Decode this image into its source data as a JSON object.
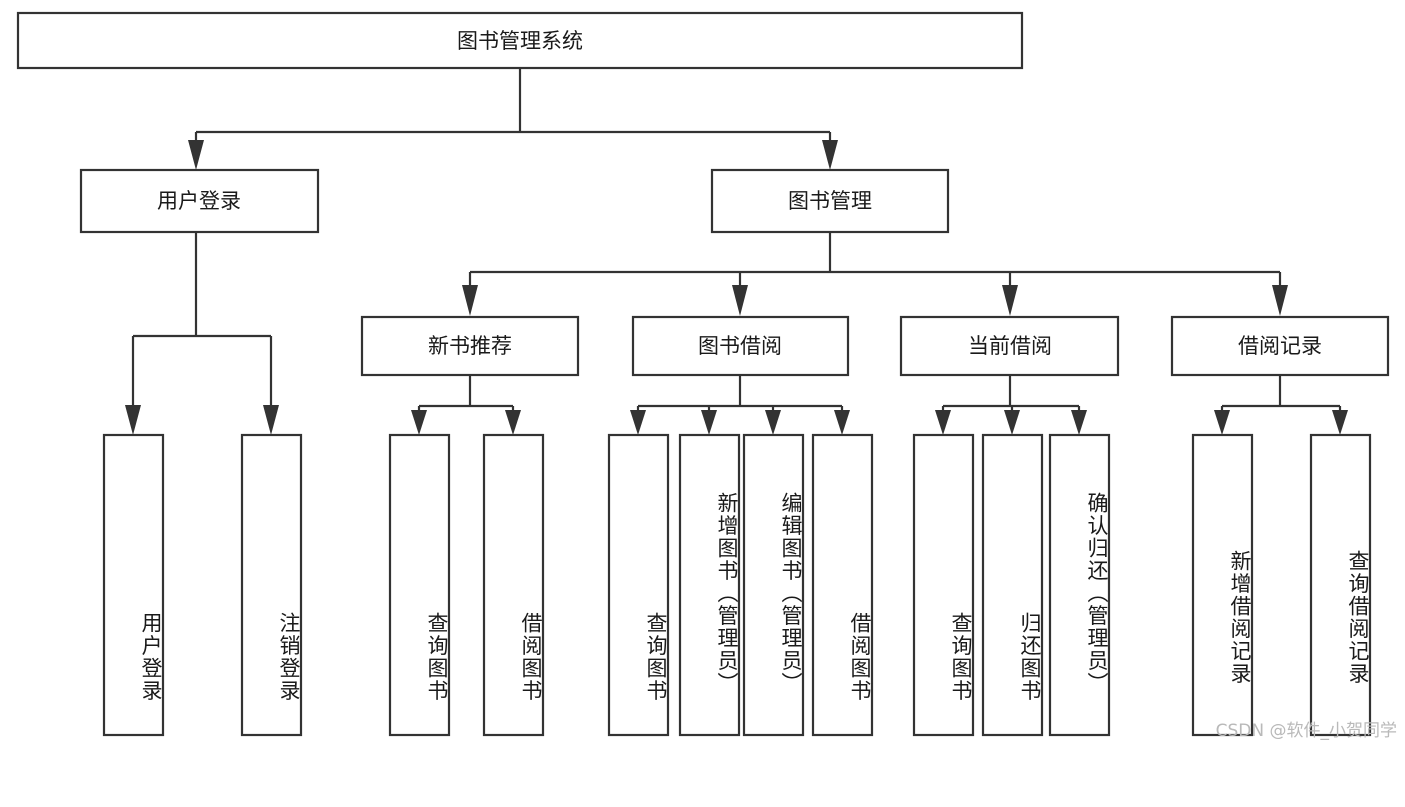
{
  "diagram": {
    "type": "tree-hierarchy",
    "title": "图书管理系统",
    "watermark": "CSDN @软件_小贺同学",
    "colors": {
      "stroke": "#333333",
      "fill": "#ffffff",
      "text": "#1a1a1a",
      "watermark": "#b9b9b9"
    },
    "levels": {
      "root": {
        "label": "图书管理系统"
      },
      "level2": [
        {
          "id": "user-login",
          "label": "用户登录"
        },
        {
          "id": "book-management",
          "label": "图书管理"
        }
      ],
      "level3": [
        {
          "id": "new-book-recommend",
          "label": "新书推荐",
          "parent": "book-management"
        },
        {
          "id": "book-borrow",
          "label": "图书借阅",
          "parent": "book-management"
        },
        {
          "id": "current-borrow",
          "label": "当前借阅",
          "parent": "book-management"
        },
        {
          "id": "borrow-record",
          "label": "借阅记录",
          "parent": "book-management"
        }
      ],
      "leaves": [
        {
          "id": "leaf-user-login",
          "label": "用户登录",
          "parent": "user-login"
        },
        {
          "id": "leaf-logout-login",
          "label": "注销登录",
          "parent": "user-login"
        },
        {
          "id": "leaf-query-book-1",
          "label": "查询图书",
          "parent": "new-book-recommend"
        },
        {
          "id": "leaf-borrow-book-1",
          "label": "借阅图书",
          "parent": "new-book-recommend"
        },
        {
          "id": "leaf-query-book-2",
          "label": "查询图书",
          "parent": "book-borrow"
        },
        {
          "id": "leaf-add-book-admin",
          "label": "新增图书（管理员）",
          "parent": "book-borrow"
        },
        {
          "id": "leaf-edit-book-admin",
          "label": "编辑图书（管理员）",
          "parent": "book-borrow"
        },
        {
          "id": "leaf-borrow-book-2",
          "label": "借阅图书",
          "parent": "book-borrow"
        },
        {
          "id": "leaf-query-book-3",
          "label": "查询图书",
          "parent": "current-borrow"
        },
        {
          "id": "leaf-return-book",
          "label": "归还图书",
          "parent": "current-borrow"
        },
        {
          "id": "leaf-confirm-return-admin",
          "label": "确认归还（管理员）",
          "parent": "current-borrow"
        },
        {
          "id": "leaf-add-borrow-record",
          "label": "新增借阅记录",
          "parent": "borrow-record"
        },
        {
          "id": "leaf-query-borrow-record",
          "label": "查询借阅记录",
          "parent": "borrow-record"
        }
      ]
    }
  }
}
